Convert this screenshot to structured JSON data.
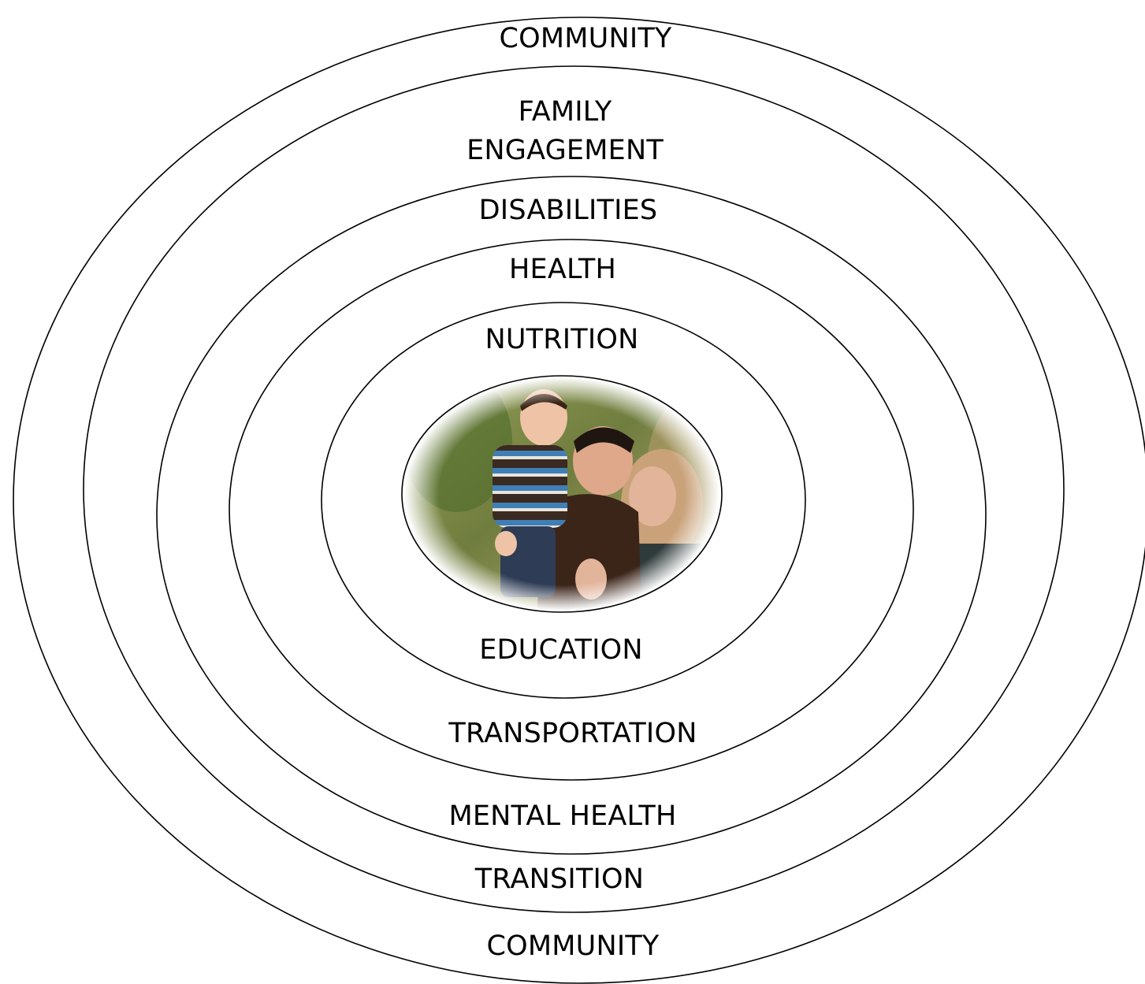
{
  "labels": {
    "community_top": "COMMUNITY",
    "family_line1": "FAMILY",
    "family_line2": "ENGAGEMENT",
    "disabilities": "DISABILITIES",
    "health": "HEALTH",
    "nutrition": "NUTRITION",
    "education": "EDUCATION",
    "transportation": "TRANSPORTATION",
    "mental_health": "MENTAL HEALTH",
    "transition": "TRANSITION",
    "community_bottom": "COMMUNITY"
  },
  "center_image": {
    "subject": "family-photo",
    "colors": {
      "background_green": "#6f7d3e",
      "shirt_brown": "#3b2418",
      "stripe_blue": "#3f7fb5",
      "hair_blonde": "#c9a27a",
      "skin": "#e2b49a"
    }
  }
}
